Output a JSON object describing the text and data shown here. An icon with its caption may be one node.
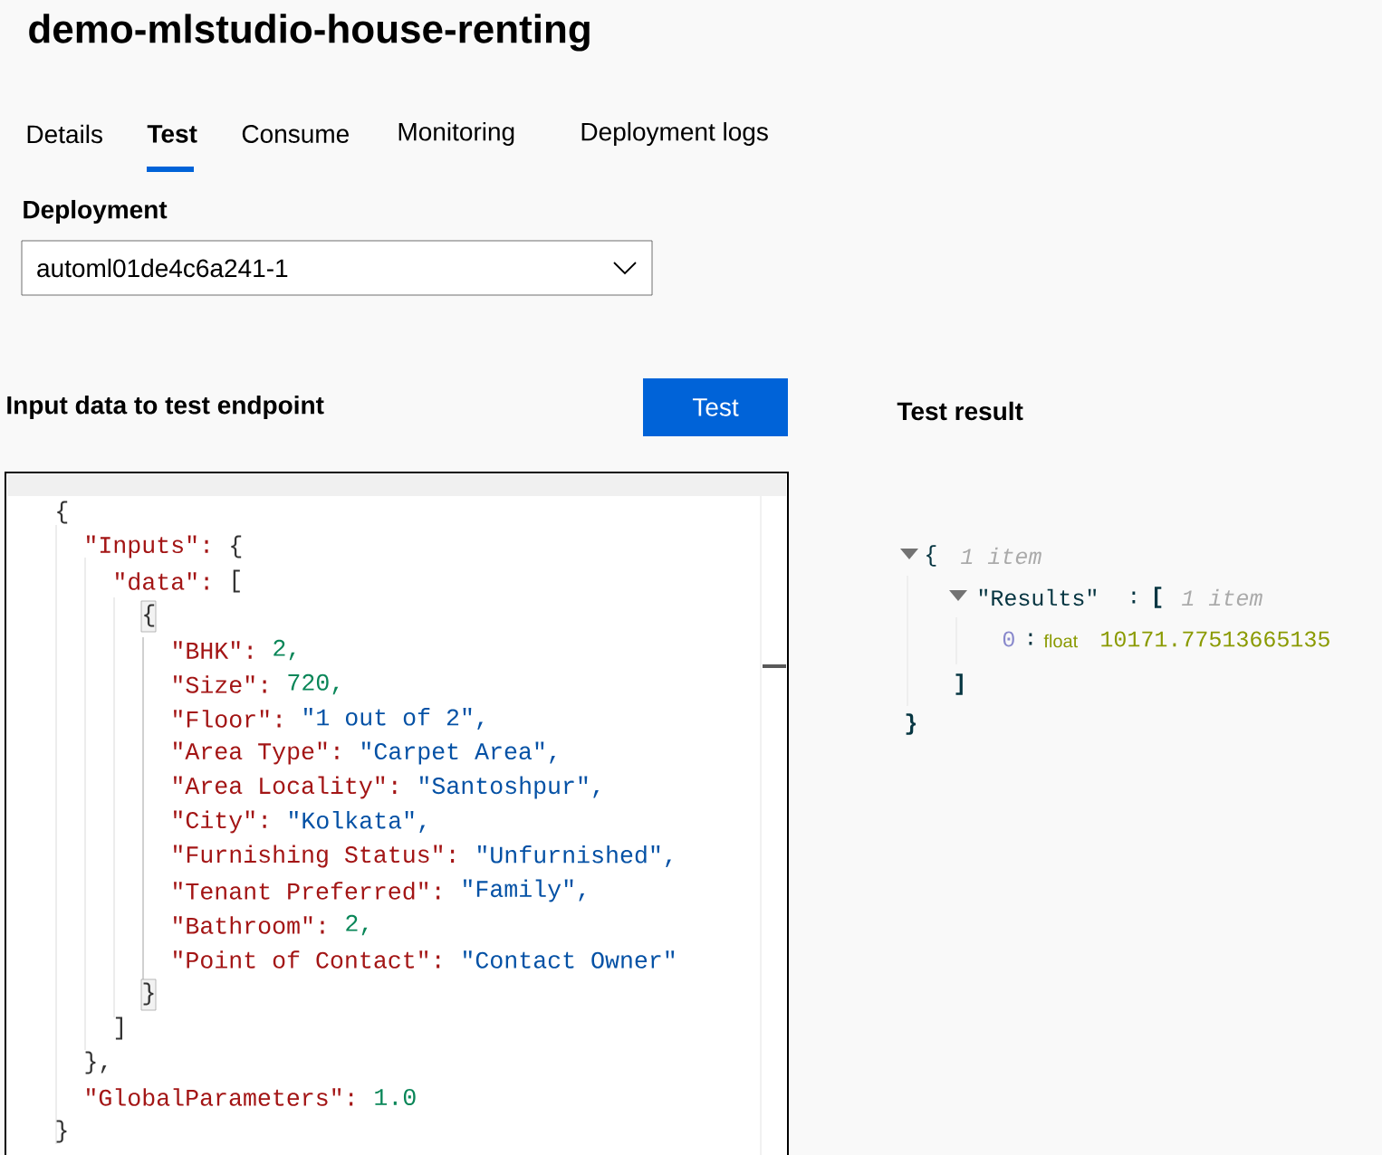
{
  "diagram": {
    "title": "demo-mlstudio-house-renting",
    "nodes": [
      {
        "text": [
          "automl01de4c6a241-1"
        ]
      },
      {
        "text": [
          "Test"
        ]
      },
      {
        "text": [],
        "shape": "box"
      }
    ],
    "labels": [
      "Details",
      "Test",
      "Consume",
      "Monitoring",
      "Deployment logs",
      "Deployment",
      "Input data to test endpoint",
      "Test result",
      "{",
      "\"Inputs\":",
      "{",
      "\"data\":",
      "[",
      "{",
      "\"BHK\":",
      "2,",
      "\"Size\":",
      "720,",
      "\"Floor\":",
      "\"1 out of 2\",",
      "\"Area Type\":",
      "\"Carpet Area\",",
      "\"Area Locality\":",
      "\"Santoshpur\",",
      "\"City\":",
      "\"Kolkata\",",
      "\"Furnishing Status\":",
      "\"Unfurnished\",",
      "\"Tenant Preferred\":",
      "\"Family\",",
      "\"Bathroom\":",
      "2,",
      "\"Point of Contact\":",
      "\"Contact Owner\"",
      "}",
      "]",
      "},",
      "\"GlobalParameters\":",
      "1.0",
      "}",
      "{",
      "1 item",
      "\"Results\"",
      ":",
      "[",
      "1 item",
      "0",
      ":",
      "float",
      "10171.77513665135",
      "]",
      "}"
    ]
  }
}
